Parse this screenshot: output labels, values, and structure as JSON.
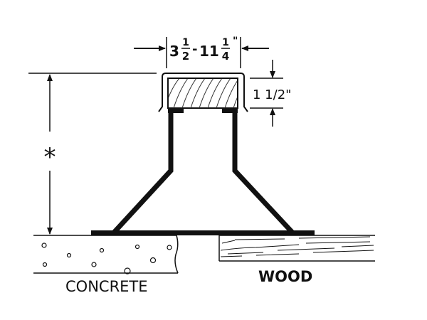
{
  "dimensions": {
    "width": {
      "whole1": "3",
      "num1": "1",
      "den1": "2",
      "sep": "-",
      "whole2": "11",
      "num2": "1",
      "den2": "4",
      "unit": "\""
    },
    "cap_height": "1 1/2\"",
    "post_height": "*"
  },
  "labels": {
    "concrete": "CONCRETE",
    "wood": "WOOD"
  },
  "colors": {
    "ink": "#111111",
    "background": "#ffffff"
  }
}
